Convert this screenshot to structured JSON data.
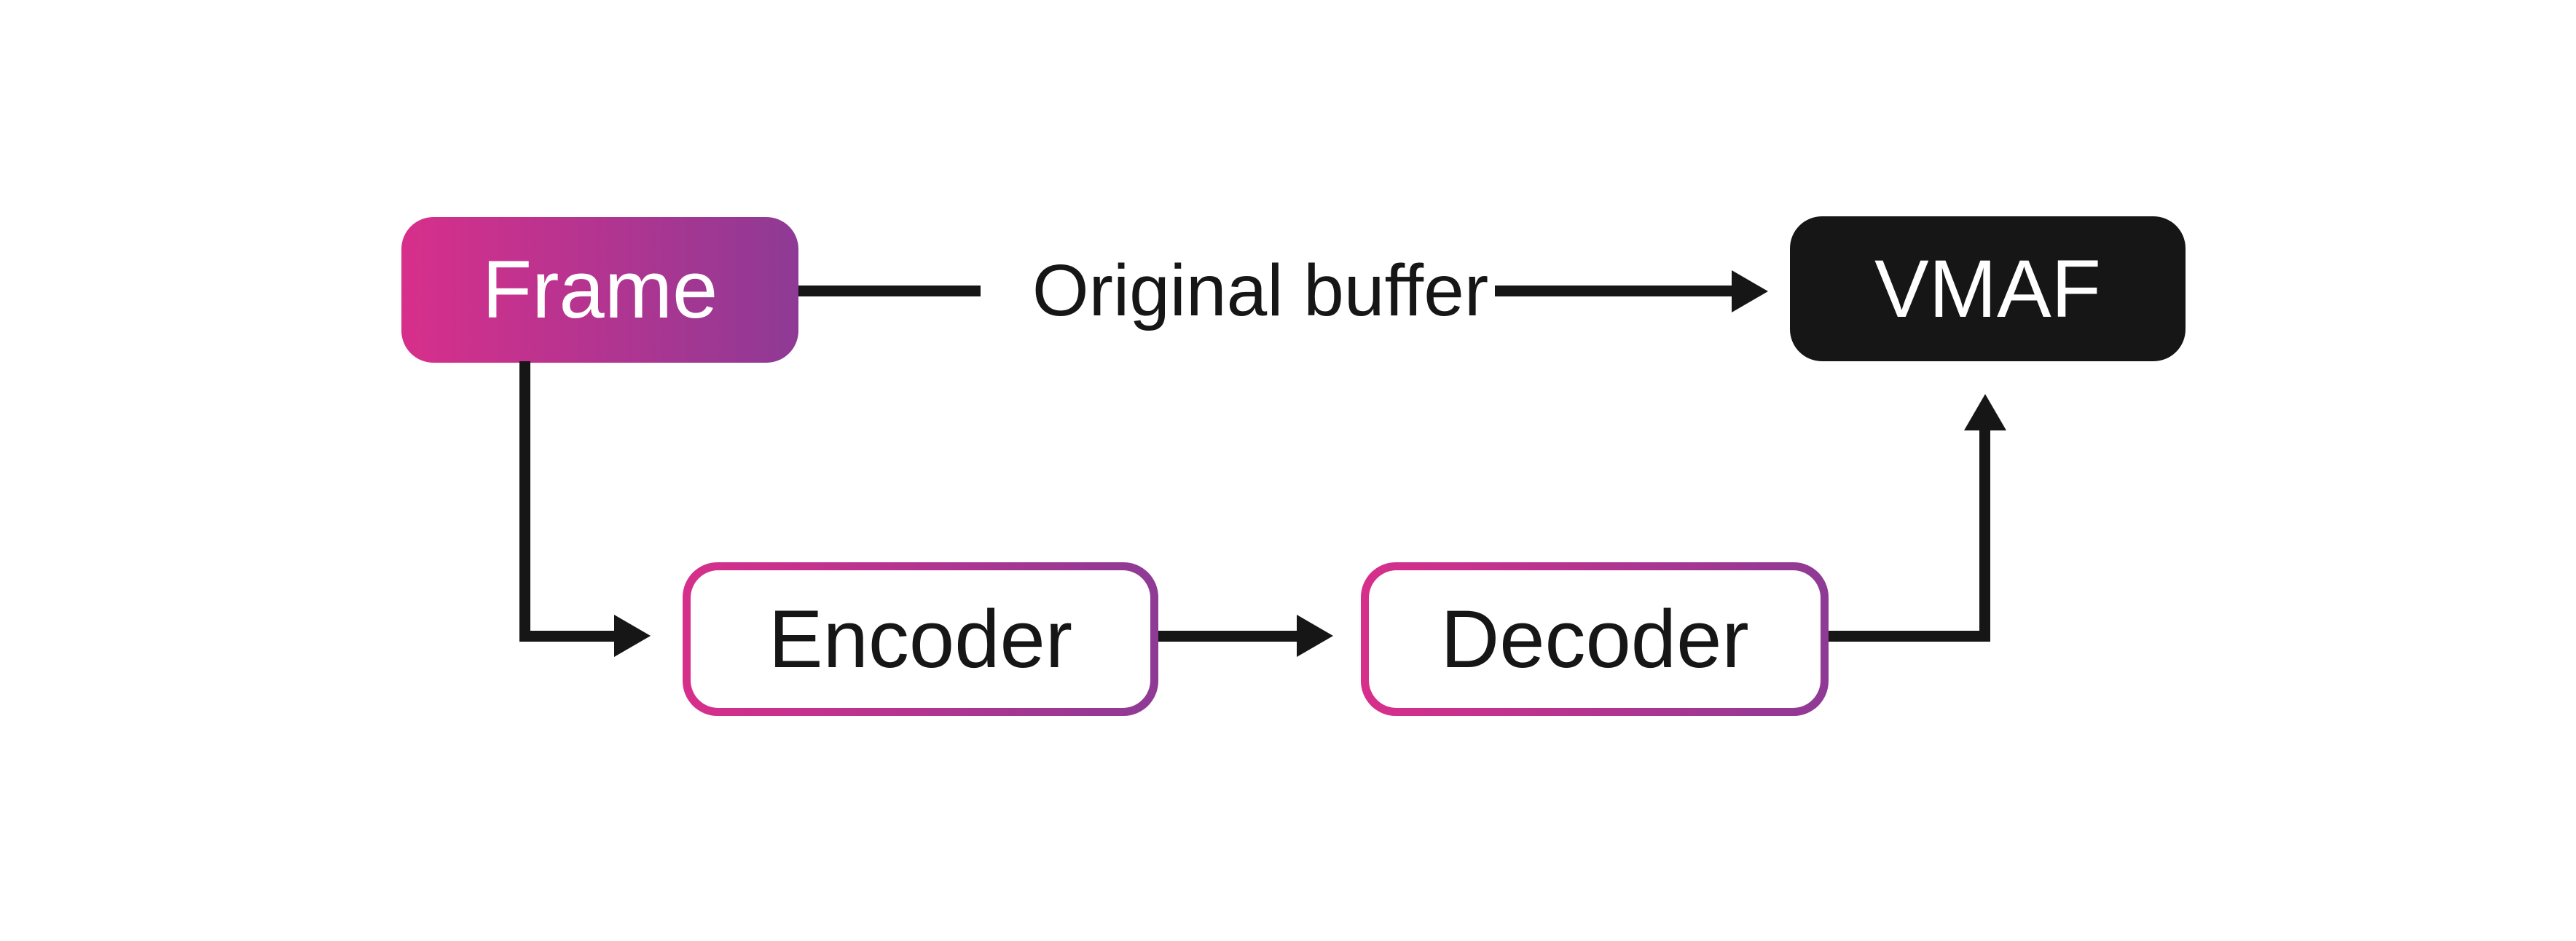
{
  "diagram": {
    "nodes": {
      "frame": {
        "label": "Frame"
      },
      "vmaf": {
        "label": "VMAF"
      },
      "encoder": {
        "label": "Encoder"
      },
      "decoder": {
        "label": "Decoder"
      }
    },
    "edges": {
      "frame_to_vmaf": {
        "label": "Original buffer"
      },
      "frame_to_encoder": {
        "label": ""
      },
      "encoder_to_decoder": {
        "label": ""
      },
      "decoder_to_vmaf": {
        "label": ""
      }
    },
    "theme": {
      "pink": "#d72f8b",
      "purple": "#8e3a95",
      "ink": "#161616",
      "background": "#ffffff",
      "box_text_light": "#ffffff"
    }
  }
}
